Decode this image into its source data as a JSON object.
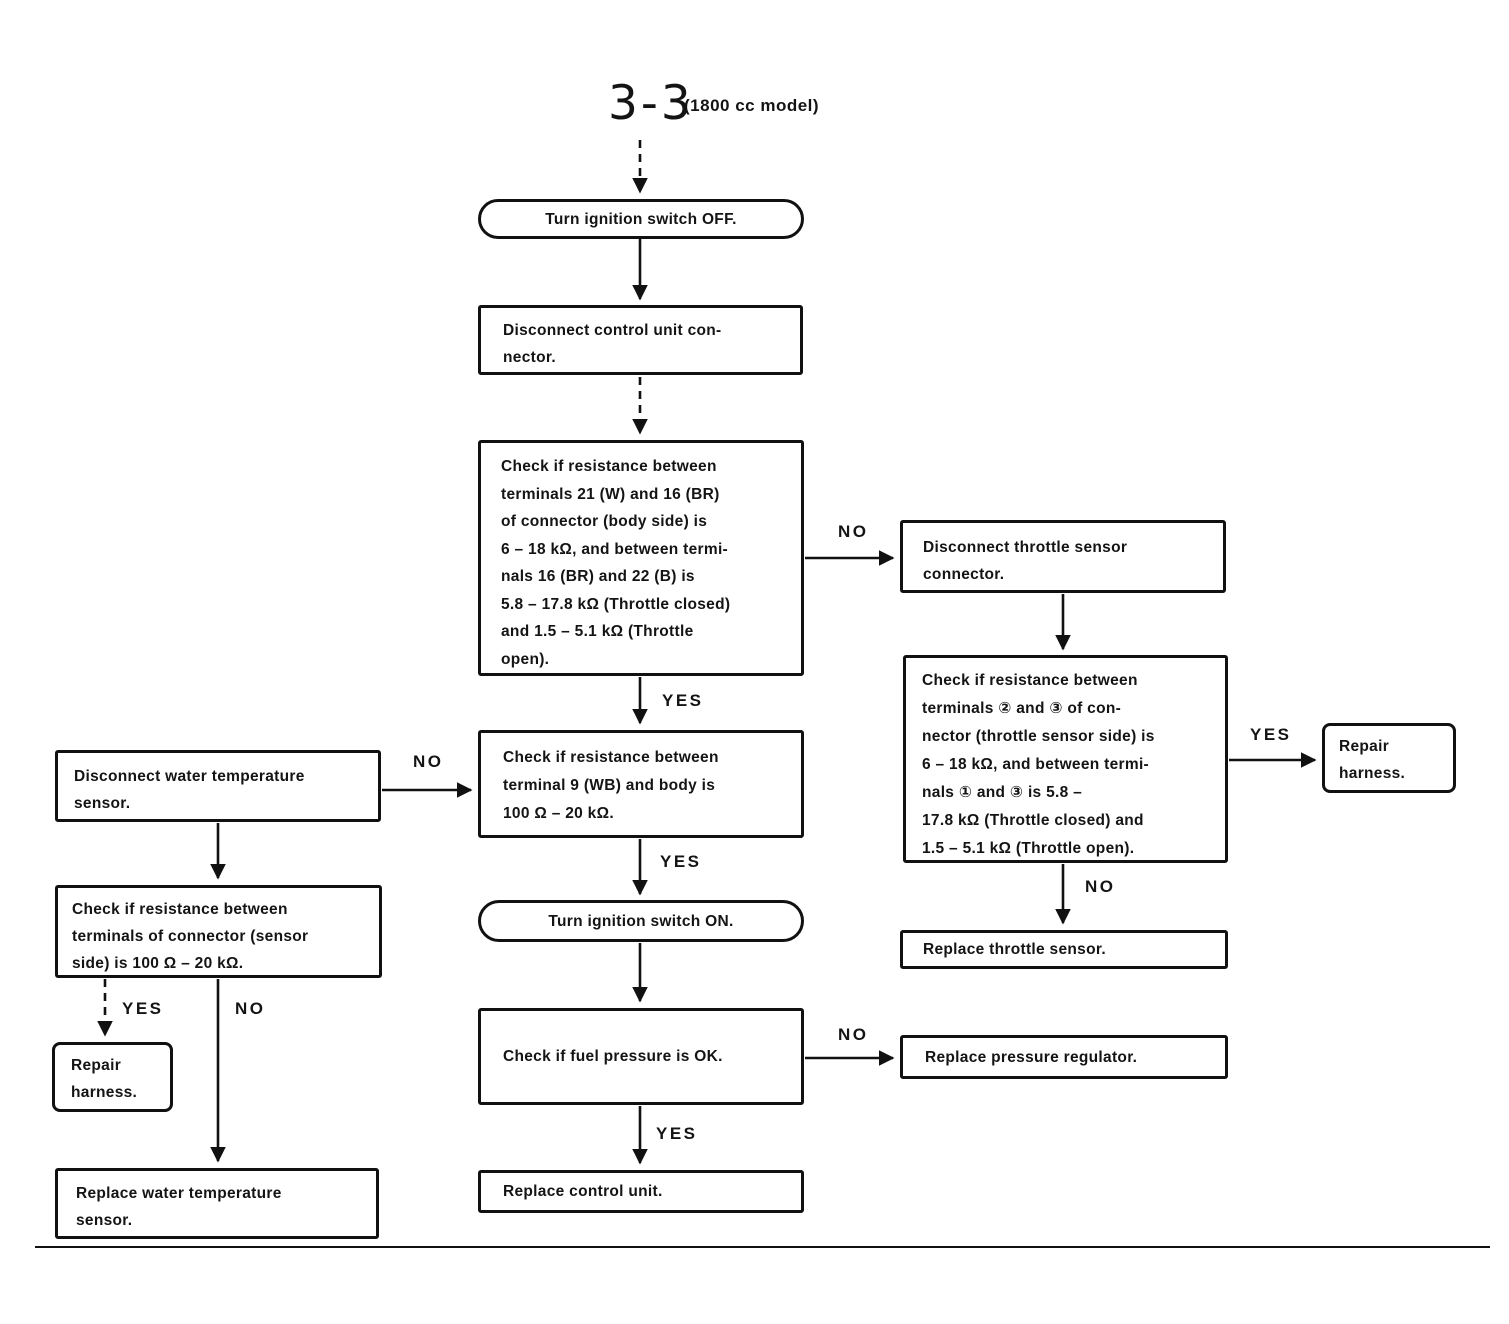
{
  "title": {
    "code": "3-3",
    "model": "(1800 cc model)"
  },
  "labels": {
    "yes": "YES",
    "no": "NO"
  },
  "nodes": {
    "turn_ignition_off": "Turn ignition switch OFF.",
    "disconnect_control_unit": "Disconnect control unit con-\nnector.",
    "check_resistance_body_side": "Check if resistance between\nterminals 21 (W) and 16 (BR)\nof connector (body side) is\n6 – 18 kΩ, and between termi-\nnals 16 (BR) and 22 (B) is\n5.8 – 17.8 kΩ (Throttle closed)\nand 1.5 – 5.1 kΩ (Throttle\nopen).",
    "disconnect_throttle_sensor": "Disconnect throttle sensor\nconnector.",
    "check_resistance_throttle_side": "Check if resistance between\nterminals ② and ③ of con-\nnector (throttle sensor side) is\n6 – 18 kΩ, and between termi-\nnals ① and ③ is 5.8 –\n17.8 kΩ (Throttle closed) and\n1.5 – 5.1 kΩ (Throttle open).",
    "repair_harness_right": "Repair\nharness.",
    "replace_throttle_sensor": "Replace throttle sensor.",
    "check_resistance_terminal9": "Check if resistance between\nterminal 9 (WB) and body is\n100 Ω – 20 kΩ.",
    "disconnect_water_temp_sensor": "Disconnect water temperature\nsensor.",
    "check_resistance_sensor_side": "Check if resistance between\nterminals of connector (sensor\nside) is 100 Ω – 20 kΩ.",
    "repair_harness_left": "Repair\nharness.",
    "replace_water_temp_sensor": "Replace water temperature\nsensor.",
    "turn_ignition_on": "Turn ignition switch ON.",
    "check_fuel_pressure": "Check if fuel pressure is OK.",
    "replace_pressure_regulator": "Replace pressure regulator.",
    "replace_control_unit": "Replace control unit."
  }
}
